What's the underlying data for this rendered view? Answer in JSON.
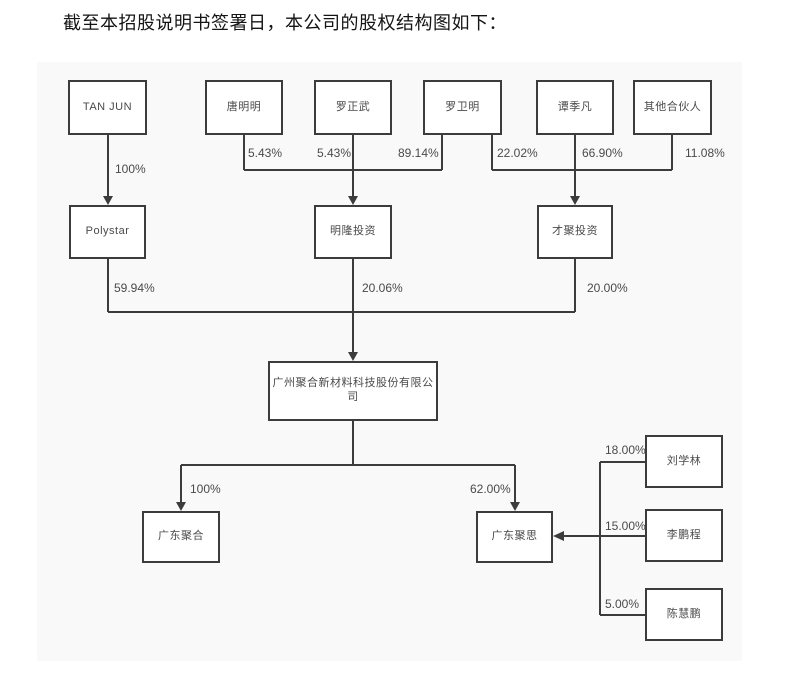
{
  "page": {
    "title": "截至本招股说明书签署日，本公司的股权结构图如下："
  },
  "diagram": {
    "type": "equity-structure-chart",
    "nodes": [
      {
        "id": "tan-jun",
        "label": "TAN JUN"
      },
      {
        "id": "tang-mingming",
        "label": "唐明明"
      },
      {
        "id": "luo-zhengwu",
        "label": "罗正武"
      },
      {
        "id": "luo-weiming",
        "label": "罗卫明"
      },
      {
        "id": "tan-jifan",
        "label": "谭季凡"
      },
      {
        "id": "other-partners",
        "label": "其他合伙人"
      },
      {
        "id": "polystar",
        "label": "Polystar"
      },
      {
        "id": "minglong",
        "label": "明隆投资"
      },
      {
        "id": "caiju",
        "label": "才聚投资"
      },
      {
        "id": "main-company",
        "label": "广州聚合新材料科技股份有限公司"
      },
      {
        "id": "guangdong-juhe",
        "label": "广东聚合"
      },
      {
        "id": "guangdong-jusi",
        "label": "广东聚思"
      },
      {
        "id": "liu-xuelin",
        "label": "刘学林"
      },
      {
        "id": "li-pengcheng",
        "label": "李鹏程"
      },
      {
        "id": "chen-huipeng",
        "label": "陈慧鹏"
      }
    ],
    "edges": [
      {
        "from": "TAN JUN",
        "to": "Polystar",
        "label": "100%"
      },
      {
        "from": "唐明明",
        "to": "明隆投资",
        "label": "5.43%"
      },
      {
        "from": "罗正武",
        "to": "明隆投资",
        "label": "5.43%"
      },
      {
        "from": "罗卫明",
        "to": "明隆投资",
        "label": "89.14%"
      },
      {
        "from": "罗卫明",
        "to": "才聚投资",
        "label": "22.02%"
      },
      {
        "from": "谭季凡",
        "to": "才聚投资",
        "label": "66.90%"
      },
      {
        "from": "其他合伙人",
        "to": "才聚投资",
        "label": "11.08%"
      },
      {
        "from": "Polystar",
        "to": "广州聚合新材料科技股份有限公司",
        "label": "59.94%"
      },
      {
        "from": "明隆投资",
        "to": "广州聚合新材料科技股份有限公司",
        "label": "20.06%"
      },
      {
        "from": "才聚投资",
        "to": "广州聚合新材料科技股份有限公司",
        "label": "20.00%"
      },
      {
        "from": "广州聚合新材料科技股份有限公司",
        "to": "广东聚合",
        "label": "100%"
      },
      {
        "from": "广州聚合新材料科技股份有限公司",
        "to": "广东聚思",
        "label": "62.00%"
      },
      {
        "from": "刘学林",
        "to": "广东聚思",
        "label": "18.00%"
      },
      {
        "from": "李鹏程",
        "to": "广东聚思",
        "label": "15.00%"
      },
      {
        "from": "陈慧鹏",
        "to": "广东聚思",
        "label": "5.00%"
      }
    ],
    "colors": {
      "canvas_background": "#f9f9f9",
      "node_background": "#ffffff",
      "line": "#3c3c3c",
      "text": "#4a4a4a",
      "title_text": "#141414"
    }
  }
}
